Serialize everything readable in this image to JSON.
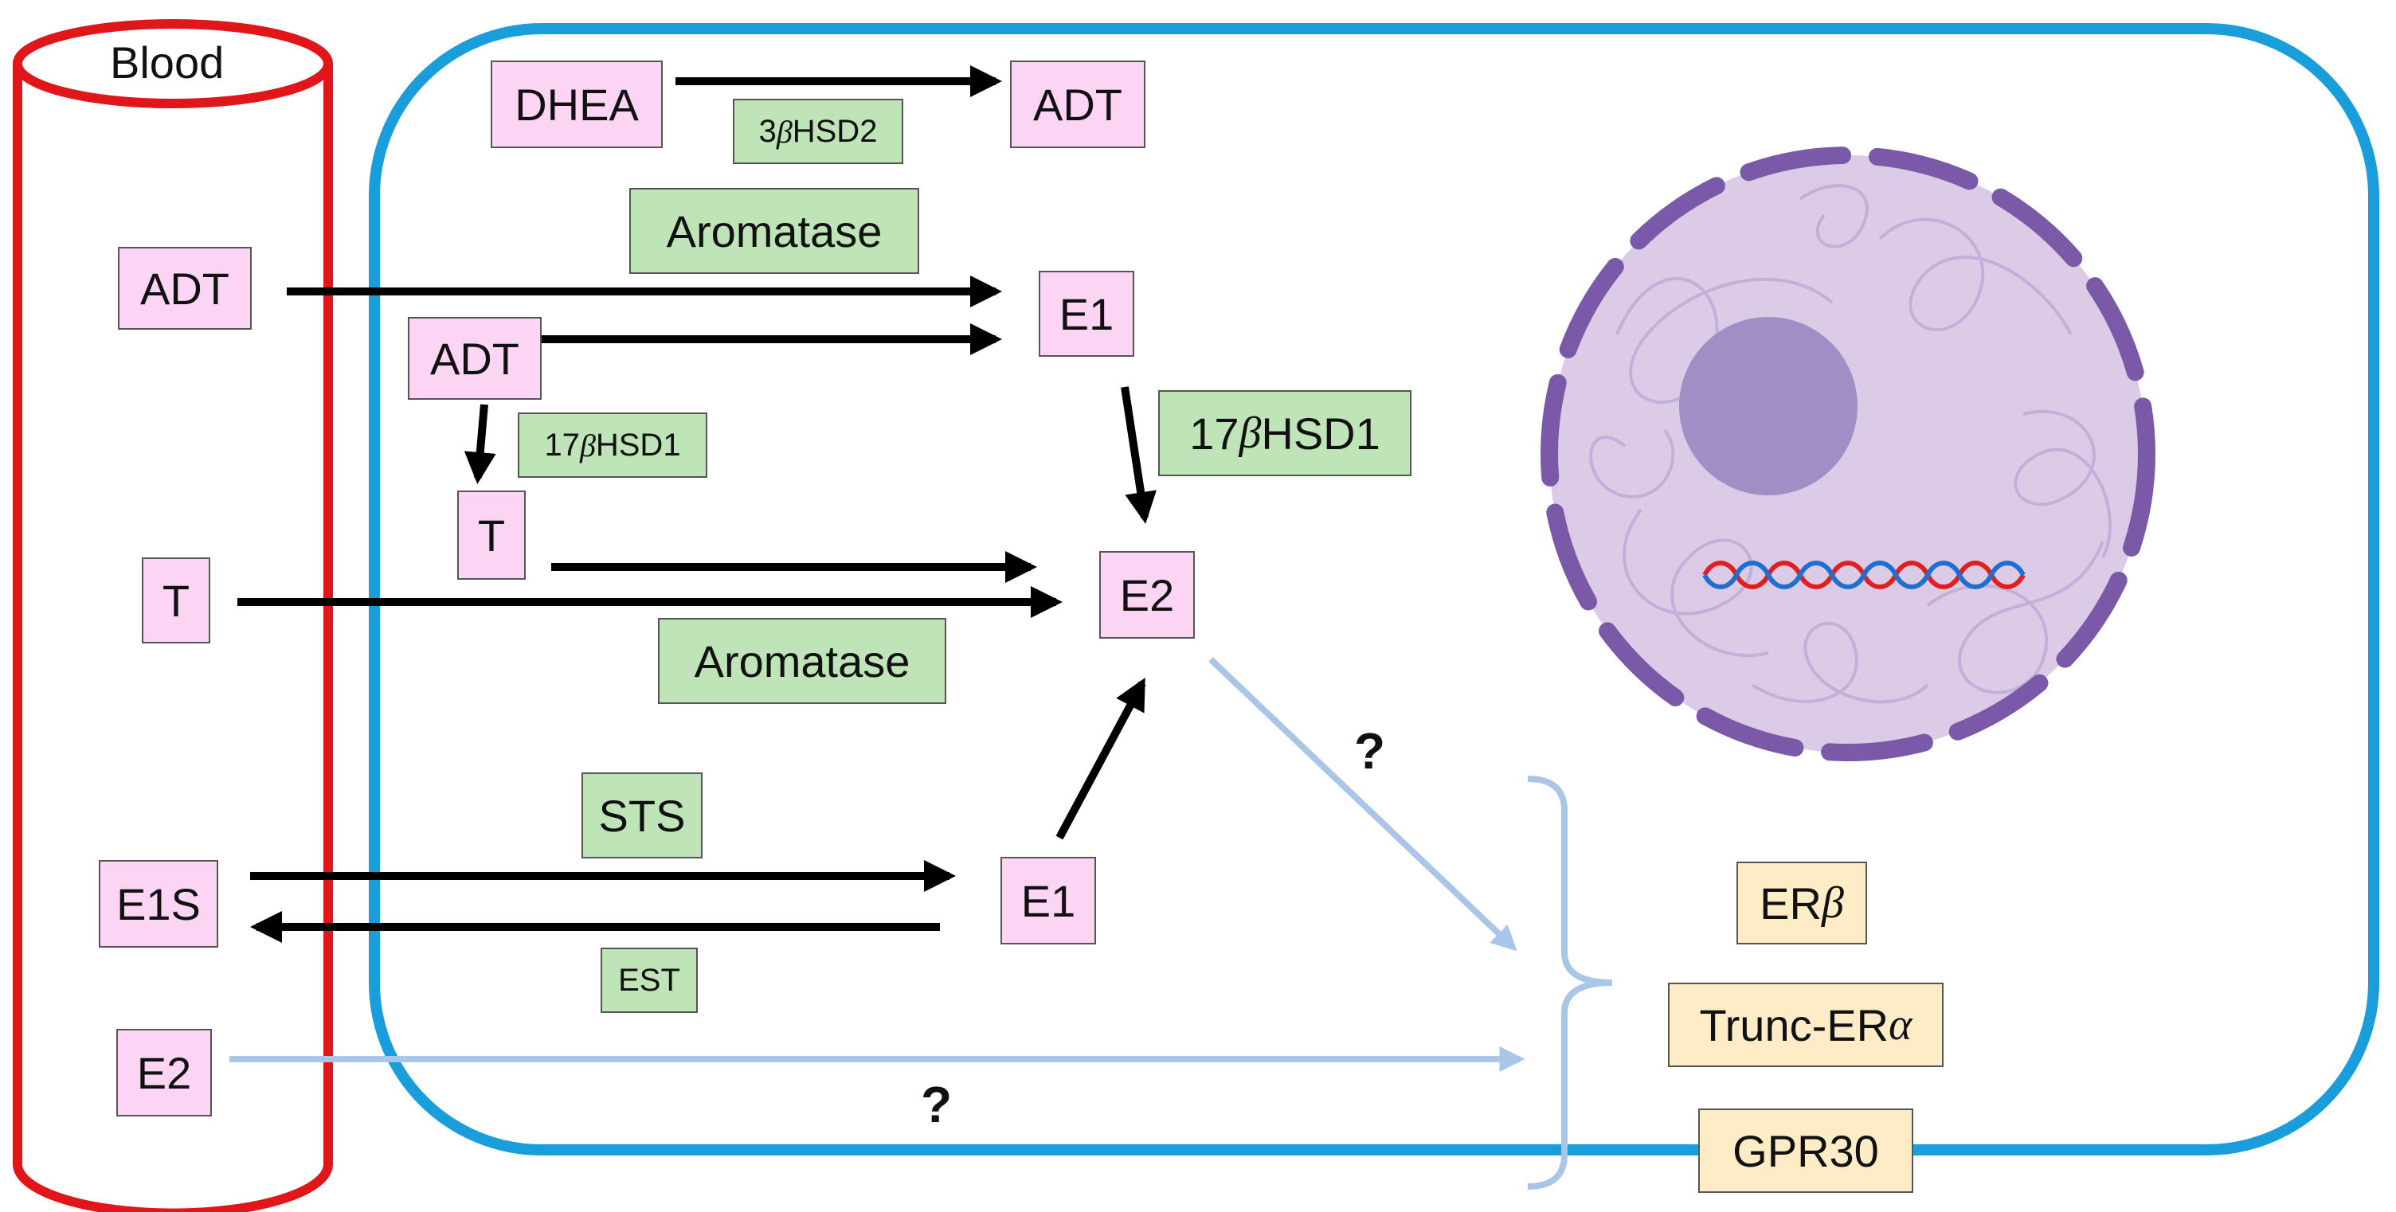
{
  "blood": {
    "label": "Blood"
  },
  "molecules": {
    "dhea": "DHEA",
    "adt_top": "ADT",
    "adt_blood": "ADT",
    "e1_upper": "E1",
    "adt_cell": "ADT",
    "t_cell": "T",
    "t_blood": "T",
    "e2_cell": "E2",
    "e1s_blood": "E1S",
    "e1_lower": "E1",
    "e2_blood": "E2"
  },
  "enzymes": {
    "hsd2": {
      "prefix": "3",
      "greek": "β",
      "suffix": "HSD2"
    },
    "aromatase_top": "Aromatase",
    "hsd1_small": {
      "prefix": "17",
      "greek": "β",
      "suffix": "HSD1"
    },
    "hsd1_large": {
      "prefix": "17",
      "greek": "β",
      "suffix": "HSD1"
    },
    "aromatase_mid": "Aromatase",
    "sts": "STS",
    "est": "EST"
  },
  "receptors": {
    "er_beta": {
      "prefix": "ER",
      "greek": "β"
    },
    "trunc_er_alpha": {
      "prefix": "Trunc-ER",
      "greek": "α"
    },
    "gpr30": "GPR30"
  },
  "annotations": {
    "question_upper": "?",
    "question_lower": "?"
  },
  "colors": {
    "blood_vessel": "#e0161b",
    "cell_membrane": "#1a9ddb",
    "molecule_fill": "#fcd5f5",
    "enzyme_fill": "#bfe4b7",
    "receptor_fill": "#fdecc6",
    "uncertain_arrow": "#a9c6e8",
    "nucleus_fill": "#dccbe6",
    "nuclear_envelope": "#7a5aa8",
    "nucleolus": "#a08fc4",
    "dna_red": "#e02020",
    "dna_blue": "#1f6fd0"
  }
}
